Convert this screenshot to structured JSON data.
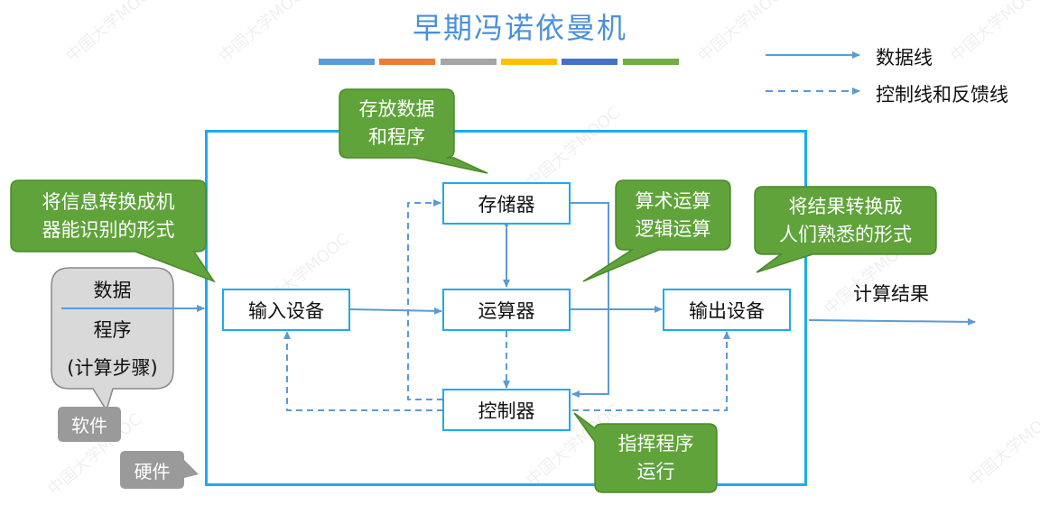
{
  "title": "早期冯诺依曼机",
  "color_bars": [
    "#5b9bd5",
    "#ed7d31",
    "#a5a5a5",
    "#ffc000",
    "#4472c4",
    "#70ad47"
  ],
  "legend": {
    "data_line": "数据线",
    "control_line": "控制线和反馈线"
  },
  "nodes": {
    "memory": "存储器",
    "input": "输入设备",
    "alu": "运算器",
    "output": "输出设备",
    "controller": "控制器"
  },
  "callouts": {
    "memory_note": [
      "存放数据",
      "和程序"
    ],
    "input_note": [
      "将信息转换成机",
      "器能识别的形式"
    ],
    "alu_note": [
      "算术运算",
      "逻辑运算"
    ],
    "output_note": [
      "将结果转换成",
      "人们熟悉的形式"
    ],
    "controller_note": [
      "指挥程序",
      "运行"
    ]
  },
  "input_bubble": {
    "line1": "数据",
    "line2": "程序",
    "line3": "(计算步骤)"
  },
  "labels": {
    "software": "软件",
    "hardware": "硬件",
    "result": "计算结果"
  },
  "watermark": "中国大学MOOC"
}
